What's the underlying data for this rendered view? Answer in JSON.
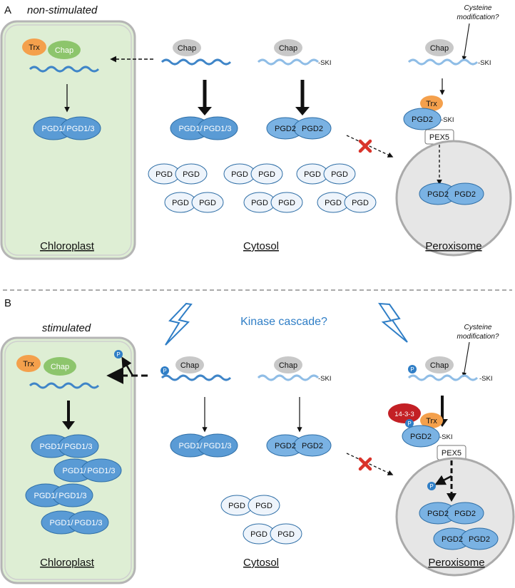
{
  "panels": {
    "a": {
      "letter": "A",
      "state": "non-stimulated",
      "chloroplast_label": "Chloroplast",
      "cytosol_label": "Cytosol",
      "peroxisome_label": "Peroxisome",
      "cysteine_line1": "Cysteine",
      "cysteine_line2": "modification?"
    },
    "b": {
      "letter": "B",
      "state": "stimulated",
      "chloroplast_label": "Chloroplast",
      "cytosol_label": "Cytosol",
      "peroxisome_label": "Peroxisome",
      "cysteine_line1": "Cysteine",
      "cysteine_line2": "modification?",
      "kinase": "Kinase cascade?"
    }
  },
  "molecules": {
    "chap": "Chap",
    "trx": "Trx",
    "ski": "-SKI",
    "pex5": "PEX5",
    "pgd": "PGD",
    "pgd2": "PGD2",
    "pgd1": "PGD1/",
    "pgd13": "PGD1/3",
    "p": "P",
    "p1433": "14-3-3"
  },
  "colors": {
    "plastid_blue": "#3f85c8",
    "light_blue": "#8fbde6",
    "pgd_fill": "#5a9bd5",
    "pgd2_fill": "#7ab2e3",
    "pgd_outline_fill": "#eef4fb",
    "chap_grey": "#c8c8c8",
    "trx_orange": "#f4a04c",
    "chap_green": "#8dc56c",
    "chloroplast_bg": "#deeed4",
    "peroxisome_bg": "#e6e6e6",
    "cross_red": "#d9342b",
    "p1433_red": "#c32025"
  }
}
